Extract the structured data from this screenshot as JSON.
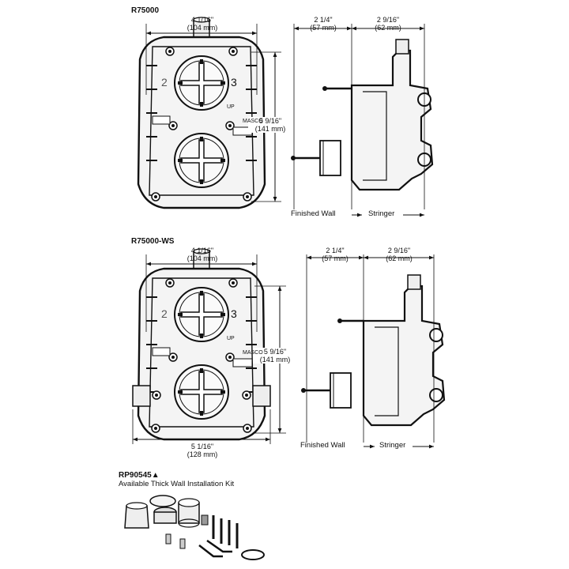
{
  "diagram_1": {
    "title": "R75000",
    "front_width": {
      "in": "4 1/16\"",
      "mm": "(104 mm)"
    },
    "front_height": {
      "in": "5 9/16\"",
      "mm": "(141 mm)"
    },
    "side_depth_wall": {
      "in": "2 1/4\"",
      "mm": "(57 mm)"
    },
    "side_depth_stringer": {
      "in": "2 9/16\"",
      "mm": "(62 mm)"
    },
    "finished_wall_label": "Finished Wall",
    "stringer_label": "Stringer"
  },
  "diagram_2": {
    "title": "R75000-WS",
    "front_width": {
      "in": "4 1/16\"",
      "mm": "(104 mm)"
    },
    "front_height": {
      "in": "5 9/16\"",
      "mm": "(141 mm)"
    },
    "bottom_width": {
      "in": "5 1/16\"",
      "mm": "(128 mm)"
    },
    "side_depth_wall": {
      "in": "2 1/4\"",
      "mm": "(57 mm)"
    },
    "side_depth_stringer": {
      "in": "2 9/16\"",
      "mm": "(62 mm)"
    },
    "finished_wall_label": "Finished Wall",
    "stringer_label": "Stringer"
  },
  "kit": {
    "part_number": "RP90545▲",
    "description": "Available Thick Wall Installation Kit"
  },
  "body_markings": {
    "brand": "MASCO",
    "port_2": "2",
    "port_3": "3",
    "up": "UP"
  }
}
